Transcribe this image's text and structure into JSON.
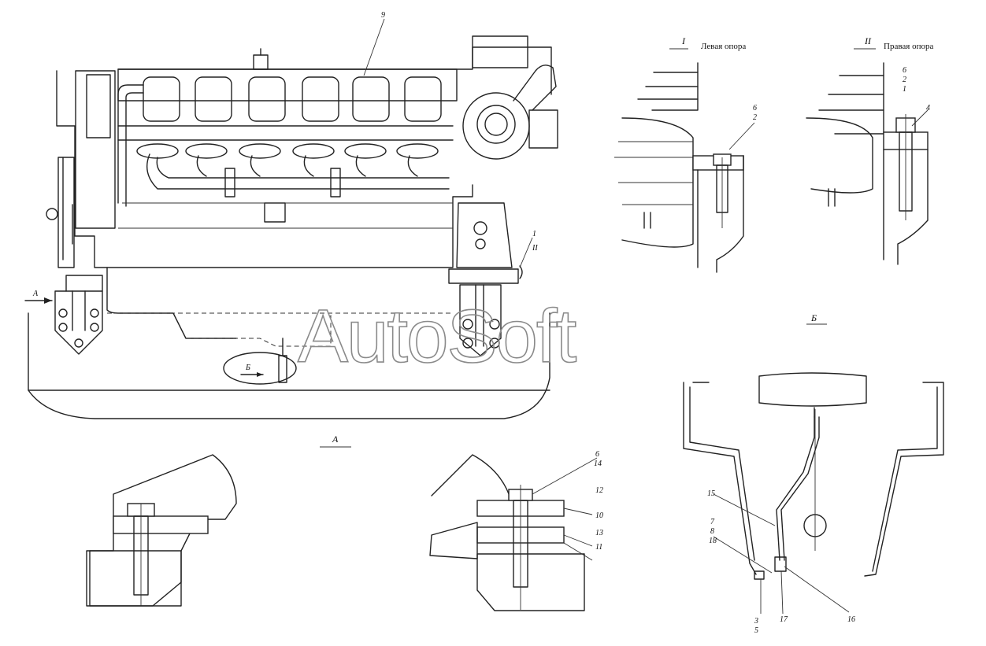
{
  "watermark": "AutoSoft",
  "views": {
    "left_support": {
      "numeral": "I",
      "title": "Левая опора"
    },
    "right_support": {
      "numeral": "II",
      "title": "Правая опора"
    },
    "view_b": "Б",
    "view_a": "А"
  },
  "main_view": {
    "callout_9": "9",
    "callout_1": "1",
    "callout_II": "II",
    "arrow_a": "А",
    "arrow_b": "Б"
  },
  "left_support_callouts": {
    "c6": "6",
    "c2": "2"
  },
  "right_support_callouts": {
    "c6": "6",
    "c2": "2",
    "c1": "1",
    "c4": "4"
  },
  "view_a_callouts": {
    "c6": "6",
    "c14": "14",
    "c12": "12",
    "c10": "10",
    "c13": "13",
    "c11": "11"
  },
  "view_b_callouts": {
    "c15": "15",
    "c7": "7",
    "c8": "8",
    "c18": "18",
    "c3": "3",
    "c5": "5",
    "c17": "17",
    "c16": "16"
  }
}
